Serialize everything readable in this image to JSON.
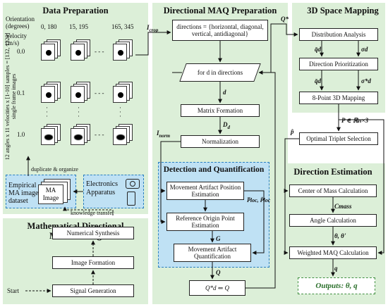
{
  "data_prep": {
    "title": "Data Preparation",
    "orientation_label": "Orientation (degrees)",
    "velocity_label": "Velocity (m/s)",
    "angle_cols": [
      "0, 180",
      "15, 195",
      "165, 345"
    ],
    "velocity_rows": [
      "0.0",
      "0.1",
      "1.0"
    ],
    "samples_label": "12 angles x 11 velocities x [1-10] samples = [132, 1320] single frame images",
    "duplicate_label": "duplicate & organize",
    "dataset_label": "Empirical MA image dataset",
    "ma_image_label": "MA Image",
    "electronics_label": "Electronics Apparatus",
    "knowledge_label": "knowledge transfer"
  },
  "math_model": {
    "title": "Mathematical Directional MA Modeling",
    "numerical": "Numerical Synthesis",
    "image_formation": "Image Formation",
    "signal_generation": "Signal Generation",
    "start": "Start"
  },
  "maq_prep": {
    "title": "Directional MAQ Preparation",
    "crop_label": "I",
    "crop_sub": "crop",
    "directions": "directions = {horizontal, diagonal, vertical, antidiagonal}",
    "for_loop": "for d in directions",
    "d_label": "d",
    "matrix": "Matrix Formation",
    "Dd_label": "D",
    "Dd_sub": "d",
    "normalization": "Normalization",
    "inorm_label": "I",
    "inorm_sub": "norm",
    "q_assign": "Q*d ⇐ Q"
  },
  "detection": {
    "title": "Detection and Quantification",
    "position": "Movement Artifact Position Estimation",
    "ploc_label": "P̅loc, P̂loc",
    "reference": "Reference Origin Point Estimation",
    "g_label": "G",
    "quant": "Movement Artifact Quantification",
    "q_label": "Q"
  },
  "mapping": {
    "title": "3D Space Mapping",
    "qstar_label": "Q*",
    "distribution": "Distribution Analysis",
    "prioritization": "Direction Prioritization",
    "mapping3d": "8-Point 3D Mapping",
    "qbar": "q̄d",
    "sigma": "σd",
    "sigma_star": "σ*d",
    "p_label": "P ∈ ℝn×3",
    "phat_label": "p̂",
    "triplet": "Optimal Triplet Selection"
  },
  "direction_est": {
    "title": "Direction Estimation",
    "center": "Center of Mass Calculation",
    "cmass": "Cmass",
    "angle": "Angle Calculation",
    "theta": "θ, θ'",
    "weighted": "Weighted MAQ Calculation",
    "q": "q",
    "outputs": "Outputs: θ, q"
  },
  "colors": {
    "panel_green": "#dcefd8",
    "panel_blue": "#bfe1f4",
    "arrow": "#111111",
    "outputs_border": "#3f8f3f"
  }
}
